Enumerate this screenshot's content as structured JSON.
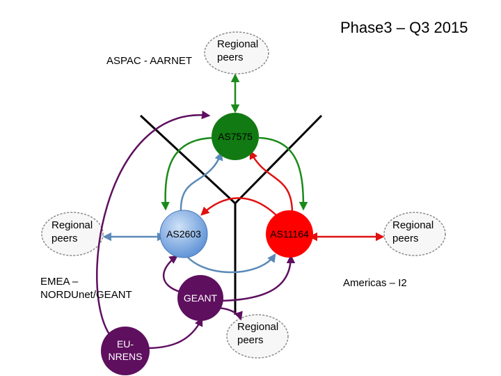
{
  "title": "Phase3 – Q3 2015",
  "regions": {
    "aspac": "ASPAC - AARNET",
    "emea": "EMEA –\nNORDUnet/GEANT",
    "americas": "Americas – I2"
  },
  "clouds": {
    "top": "Regional\npeers",
    "left": "Regional\npeers",
    "right": "Regional\npeers",
    "bottom": "Regional\npeers"
  },
  "nodes": {
    "as7575": "AS7575",
    "as2603": "AS2603",
    "as11164": "AS11164",
    "geant": "GEANT",
    "eunrens": "EU-\nNRENS"
  },
  "colors": {
    "as7575": "#127a12",
    "as2603": "#6a9bd8",
    "as11164": "#ff0000",
    "geant": "#5e0f5e",
    "eunrens": "#5e0f5e",
    "link_green": "#1a8a1a",
    "link_blue": "#5b8ab8",
    "link_red": "#e01010",
    "link_purple": "#5e1060"
  }
}
